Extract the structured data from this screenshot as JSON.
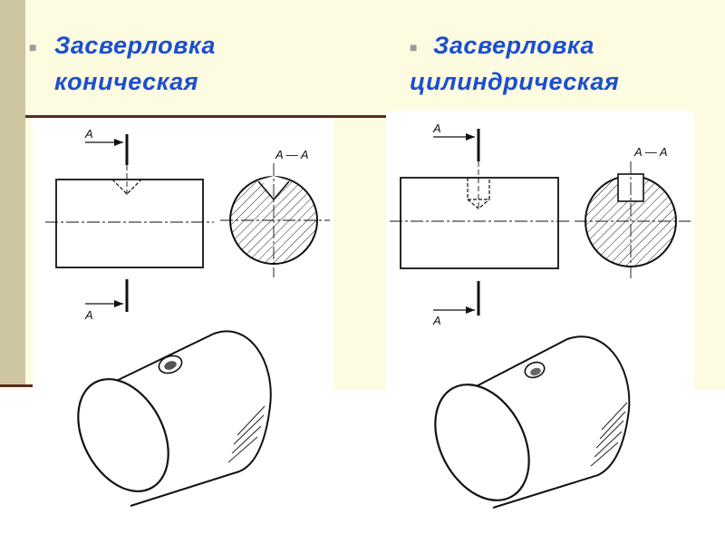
{
  "colors": {
    "title": "#1b4fd0",
    "background": "#fdfbe0",
    "sidebar": "#cec6a0",
    "rule": "#5a2a22",
    "bullet": "#9a9a9a"
  },
  "left": {
    "bullet_icon": "square-bullet-icon",
    "title_line1": "Засверловка",
    "title_line2": "коническая",
    "section_label": "A — A",
    "arrow_label_top": "A",
    "arrow_label_bottom": "A"
  },
  "right": {
    "bullet_icon": "square-bullet-icon",
    "title_line1": "Засверловка",
    "title_line2": "цилиндрическая",
    "section_label": "A — A",
    "arrow_label_top": "A",
    "arrow_label_bottom": "A"
  }
}
